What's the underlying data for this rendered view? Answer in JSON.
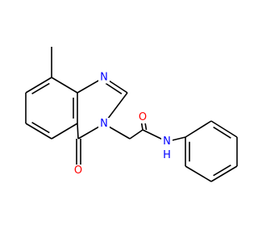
{
  "atoms": {
    "n1": {
      "label": "N",
      "color": "#0000ff"
    },
    "n3": {
      "label": "N",
      "color": "#0000ff"
    },
    "o4": {
      "label": "O",
      "color": "#ff0000"
    },
    "o_amide": {
      "label": "O",
      "color": "#ff0000"
    },
    "n_amide": {
      "label": "N",
      "color": "#0000ff"
    },
    "h_amide": {
      "label": "H",
      "color": "#0000ff"
    }
  }
}
